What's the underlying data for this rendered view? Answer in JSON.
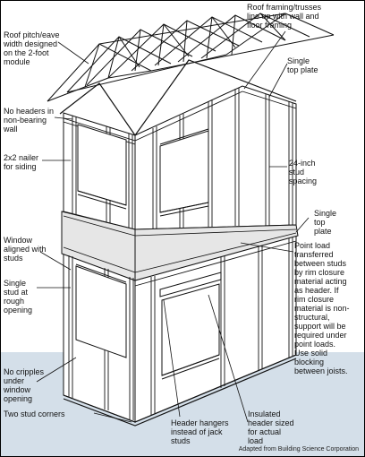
{
  "labels": {
    "roof_pitch": "Roof pitch/eave\nwidth designed\non the 2-foot\nmodule",
    "roof_framing": "Roof framing/trusses\nline up with wall and\nfloor framing",
    "single_top_plate_upper": "Single\ntop plate",
    "no_headers": "No headers in\nnon-bearing\nwall",
    "nailer": "2x2 nailer\nfor siding",
    "stud_spacing": "24-inch\nstud\nspacing",
    "single_top_plate_lower": "Single\ntop\nplate",
    "window_aligned": "Window\naligned with\nstuds",
    "point_load": "Point load\ntransferred\nbetween studs\nby rim closure\nmaterial acting\nas header. If\nrim closure\nmaterial is non-\nstructural,\nsupport will be\nrequired under\npoint loads.\nUse solid\nblocking\nbetween joists.",
    "single_stud": "Single\nstud at\nrough\nopening",
    "no_cripples": "No cripples\nunder\nwindow\nopening",
    "insulated_header": "Insulated\nheader sized\nfor actual\nload",
    "two_stud_corners": "Two stud corners",
    "header_hangers": "Header hangers\ninstead of jack\nstuds"
  },
  "credit": "Adapted from Building Science Corporation"
}
